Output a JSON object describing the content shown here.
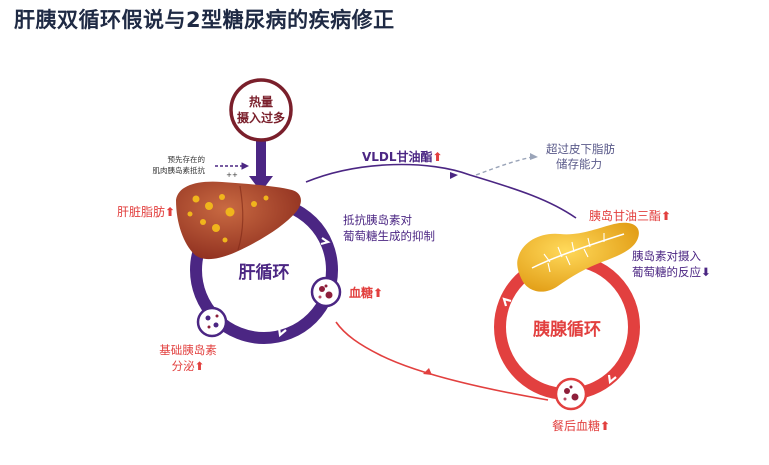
{
  "title": "肝胰双循环假说与2型糖尿病的疾病修正",
  "colors": {
    "purple": "#4b2683",
    "red": "#e2403f",
    "maroon": "#7a1f2b",
    "liver": "#b2452b",
    "fat": "#f0b51c",
    "grey": "#9aa4b8"
  },
  "labels": {
    "calorie_line1": "热量",
    "calorie_line2": "摄入过多",
    "pre_resistance_line1": "预先存在的",
    "pre_resistance_line2": "肌肉胰岛素抵抗",
    "fatty_liver": "肝脏脂肪",
    "resistance_line1": "抵抗胰岛素对",
    "resistance_line2": "葡萄糖生成的抑制",
    "liver_cycle": "肝循环",
    "blood_glucose": "血糖",
    "basal_line1": "基础胰岛素",
    "basal_line2": "分泌",
    "vldl": "VLDL甘油酯",
    "overflow_line1": "超过皮下脂肪",
    "overflow_line2": "储存能力",
    "pancreas_tg": "胰岛甘油三酯",
    "response_line1": "胰岛素对摄入",
    "response_line2": "葡萄糖的反应",
    "pancreas_cycle": "胰腺循环",
    "postprandial": "餐后血糖"
  },
  "symbols": {
    "up": "⬆",
    "down": "⬇",
    "plus": "++"
  }
}
